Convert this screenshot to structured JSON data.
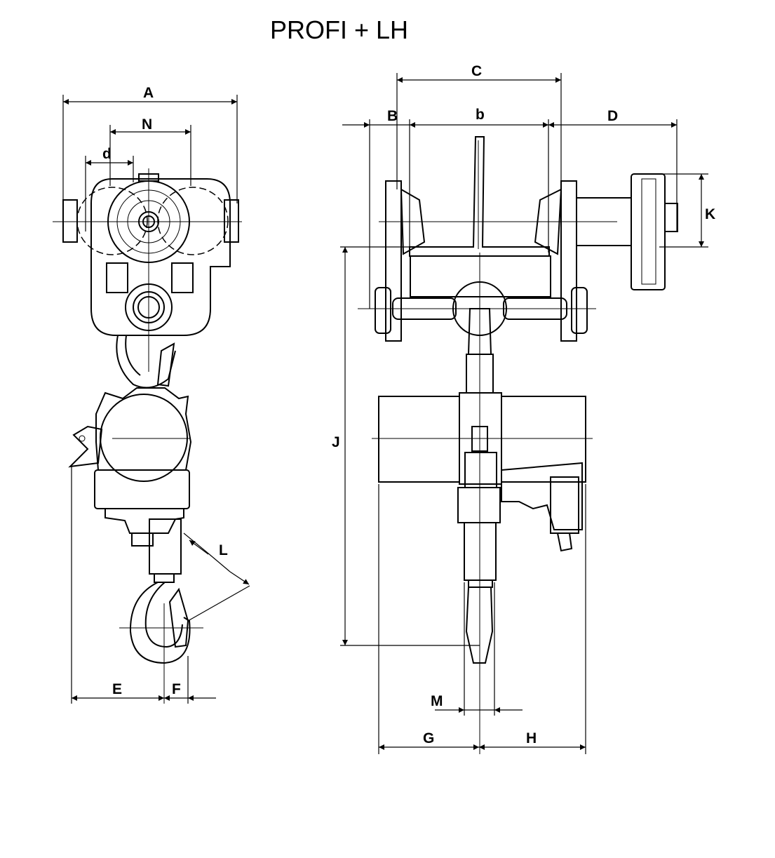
{
  "title": "PROFI + LH",
  "dimensions": {
    "A": "A",
    "N": "N",
    "d": "d",
    "E": "E",
    "F": "F",
    "L": "L",
    "B": "B",
    "b": "b",
    "C": "C",
    "D": "D",
    "K": "K",
    "J": "J",
    "M": "M",
    "G": "G",
    "H": "H"
  }
}
